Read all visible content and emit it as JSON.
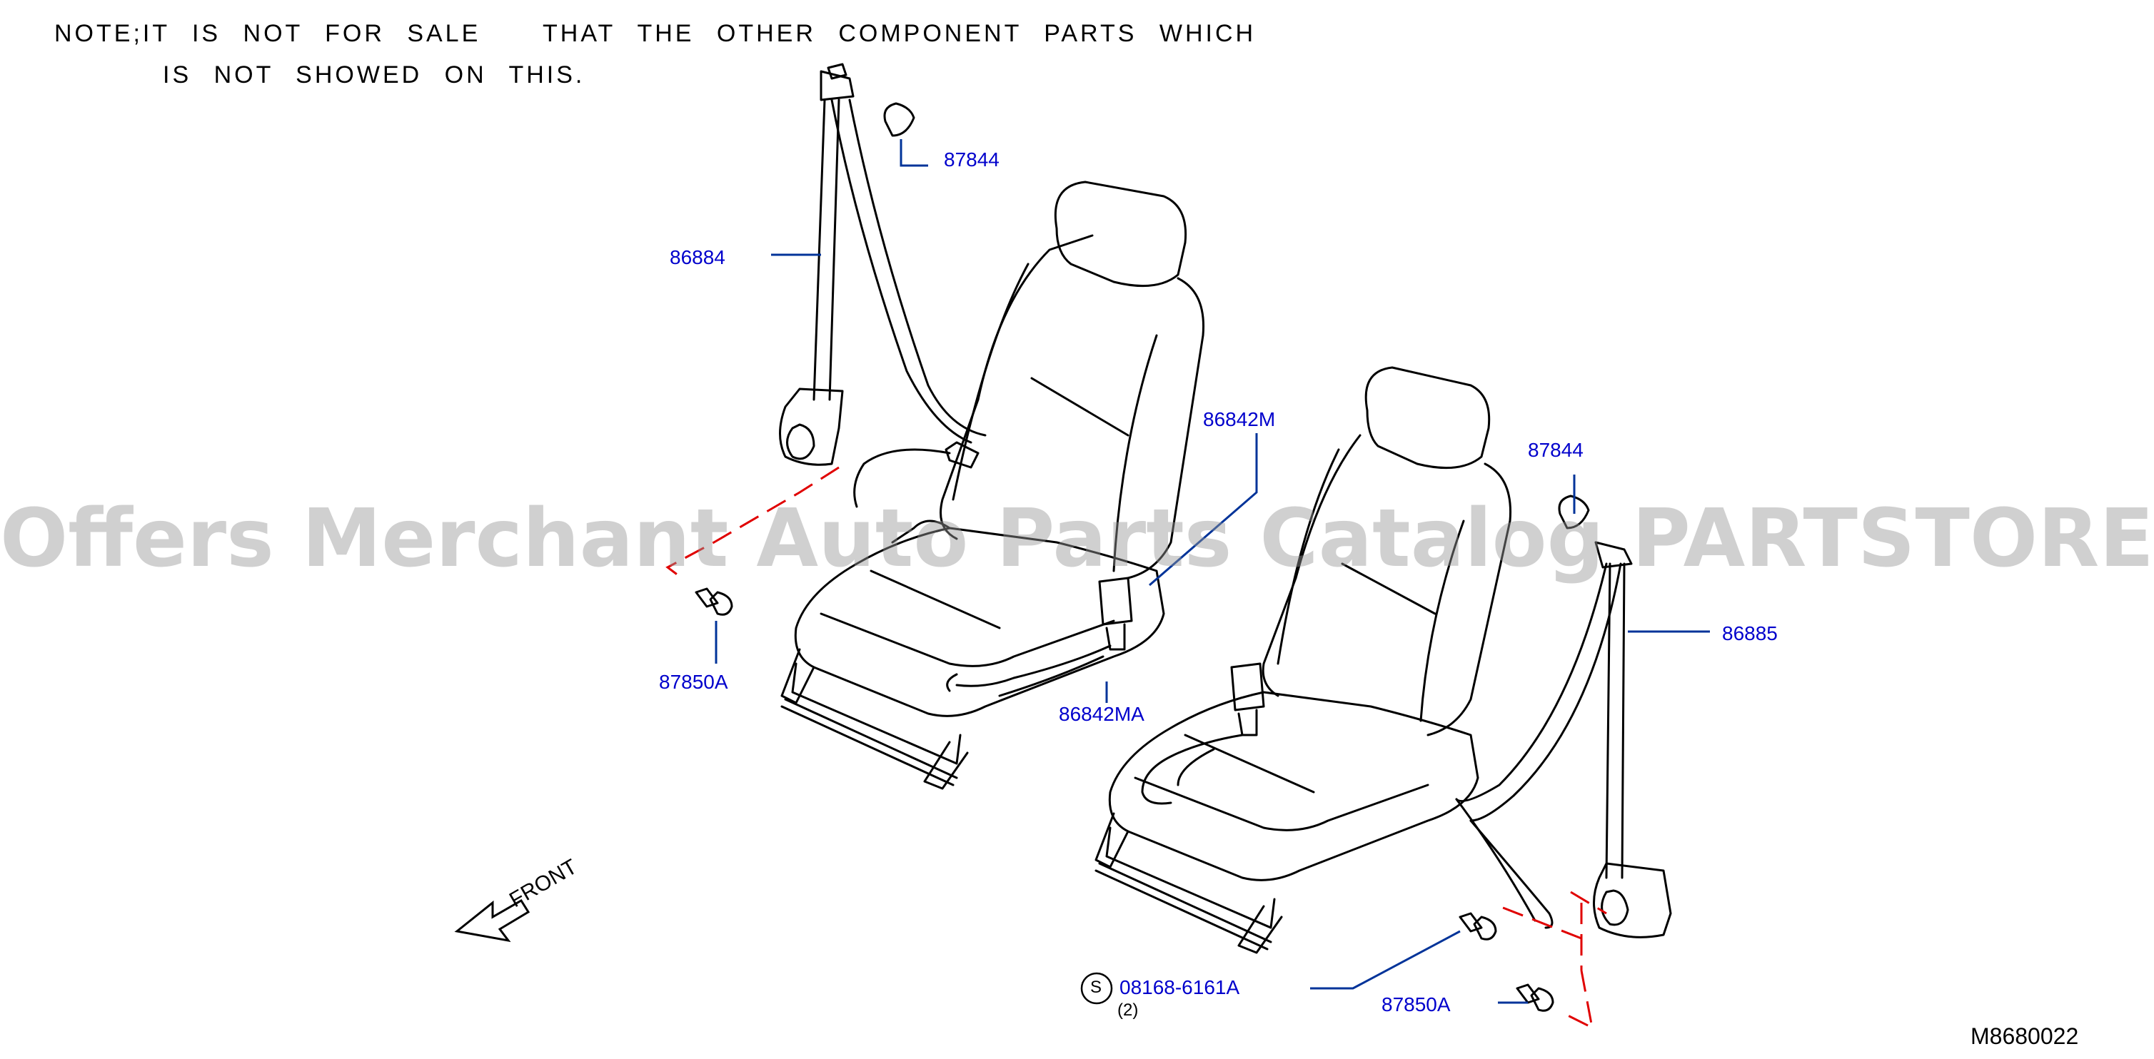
{
  "note": {
    "line1_a": "NOTE;IT IS NOT FOR SALE",
    "line1_b": "THAT THE OTHER COMPONENT PARTS WHICH",
    "line2": "IS NOT SHOWED ON THIS."
  },
  "labels": {
    "p87844_top": "87844",
    "p86884": "86884",
    "p86842M": "86842M",
    "p86842MA": "86842MA",
    "p87850A_left": "87850A",
    "p87844_right": "87844",
    "p86885": "86885",
    "p87850A_right": "87850A",
    "screw_symbol": "S",
    "screw_part": "08168-6161A",
    "screw_qty": "(2)"
  },
  "direction_label": "FRONT",
  "diagram_code": "M8680022",
  "watermark": "Offers Merchant Auto Parts Catalog PARTSTORE.SA",
  "colors": {
    "label": "#0000cc",
    "leader": "#003399",
    "dashed": "#e00000",
    "line": "#000000"
  }
}
